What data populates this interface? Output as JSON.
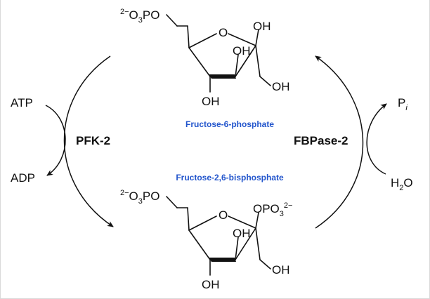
{
  "colors": {
    "molecule_label": "#2255cc",
    "ink": "#111111"
  },
  "molecules": {
    "top": {
      "name": "Fructose-6-phosphate",
      "phosphate_prefix": "2−",
      "phosphate_o": "O",
      "phosphate_sub": "3",
      "phosphate_po": "PO",
      "ring_o": "O",
      "oh_anomeric": "OH",
      "oh_c3": "OH",
      "oh_c4": "OH",
      "oh_ch2": "OH"
    },
    "bottom": {
      "name": "Fructose-2,6-bisphosphate",
      "phosphate_prefix": "2−",
      "phosphate_o": "O",
      "phosphate_sub": "3",
      "phosphate_po": "PO",
      "ring_o": "O",
      "anomeric_opo": "OPO",
      "anomeric_sub": "3",
      "anomeric_sup": "2−",
      "oh_c3": "OH",
      "oh_c4": "OH",
      "oh_ch2": "OH"
    }
  },
  "enzymes": {
    "left": "PFK-2",
    "right": "FBPase-2"
  },
  "cofactors": {
    "left_in": "ATP",
    "left_out": "ADP",
    "right_out_main": "P",
    "right_out_sub": "i",
    "right_in_main": "H",
    "right_in_sub": "2",
    "right_in_tail": "O"
  },
  "icons": [
    "reaction-arrow-icon"
  ]
}
